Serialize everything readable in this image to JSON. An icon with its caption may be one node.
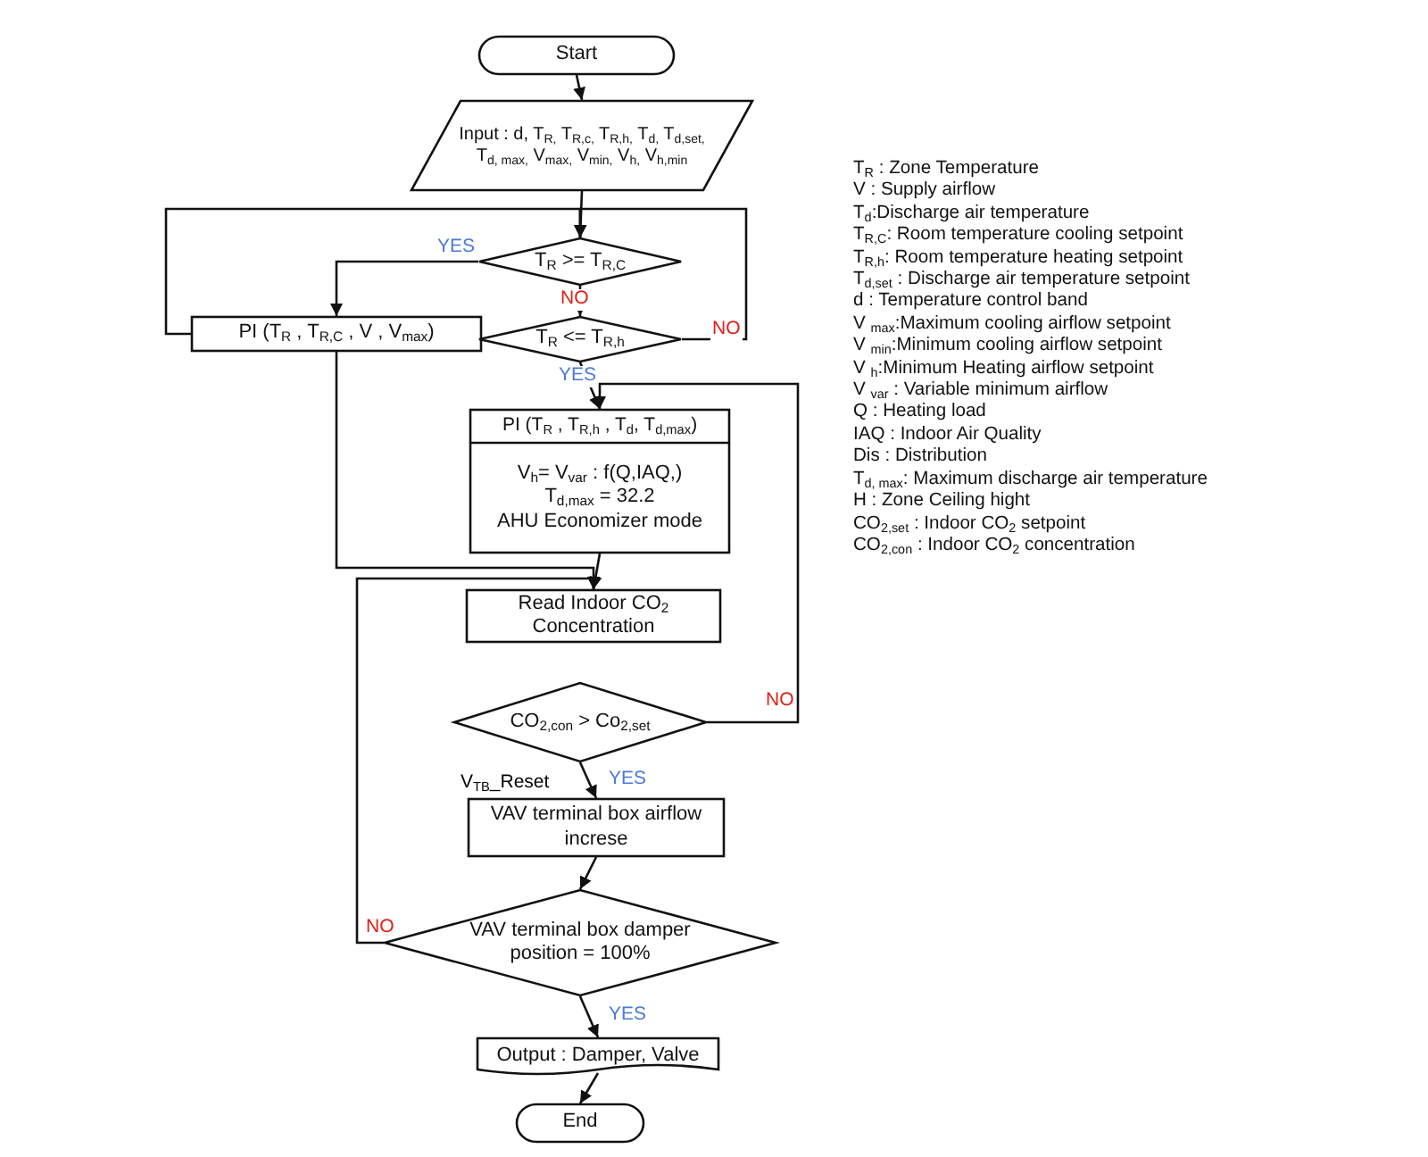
{
  "diagram": {
    "nodes": [
      {
        "text": [
          "Start"
        ]
      },
      {
        "text": [
          "Input : d, T$_{R,}$ T$_{R,c,}$ T$_{R,h,}$ T$_{d,}$ T$_{d,set,}$ T$_{d, max,}$ V$_{max,}$ V$_{min,}$ V$_{h,}$ V$_{h,min}$"
        ]
      },
      {
        "text": [
          "T$_{R}$ >= T$_{R,C}$"
        ]
      },
      {
        "text": [
          "PI (T$_{R}$ , T$_{R,C}$ , V , V$_{max}$)"
        ]
      },
      {
        "text": [
          "T$_{R}$ <= T$_{R,h}$"
        ]
      },
      {
        "text": [
          "PI (T$_{R}$ , T$_{R,h}$ ,  T$_{d}$, T$_{d,max}$)",
          "V$_{h}$= V$_{var}$ : f(Q,IAQ,)",
          "T$_{d,max}$ = 32.2",
          "AHU Economizer mode"
        ]
      },
      {
        "text": [
          "Read Indoor CO$_{2}$ Concentration"
        ]
      },
      {
        "text": [
          "CO$_{2,con}$ > Co$_{2,set}$"
        ]
      },
      {
        "text": [
          "VAV terminal box airflow increse"
        ],
        "beside": [
          "V$_{TB}$_Reset"
        ]
      },
      {
        "text": [
          "VAV terminal box damper position = 100%"
        ]
      },
      {
        "text": [
          "Output : Damper, Valve"
        ]
      },
      {
        "text": [
          "End"
        ]
      }
    ],
    "edges": [
      {
        "from": 0,
        "to": 1,
        "arrow": "to"
      },
      {
        "from": 1,
        "to": 2,
        "arrow": "to"
      },
      {
        "from": 2,
        "to": 3,
        "arrow": "to",
        "label": "YES"
      },
      {
        "from": 2,
        "to": 4,
        "arrow": "to",
        "label": "NO"
      },
      {
        "from": 3,
        "to": 2,
        "arrow": "to"
      },
      {
        "from": 4,
        "to": 2,
        "arrow": "to",
        "label": "NO"
      },
      {
        "from": 4,
        "to": 5,
        "arrow": "to",
        "label": "YES"
      },
      {
        "from": 5,
        "to": 6,
        "arrow": "to"
      },
      {
        "from": 3,
        "to": 6,
        "arrow": "to"
      },
      {
        "from": 7,
        "to": 5,
        "arrow": "to",
        "label": "NO"
      },
      {
        "from": 7,
        "to": 8,
        "arrow": "to",
        "label": "YES"
      },
      {
        "from": 8,
        "to": 9,
        "arrow": "to"
      },
      {
        "from": 9,
        "to": 6,
        "arrow": "to",
        "label": "NO"
      },
      {
        "from": 9,
        "to": 10,
        "arrow": "to",
        "label": "YES"
      },
      {
        "from": 10,
        "to": 11,
        "arrow": "to"
      }
    ],
    "labels": [
      "T$_{R}$ : Zone Temperature",
      "V : Supply airflow",
      "T$_{d}$:Discharge air temperature",
      "T$_{R,C}$: Room temperature cooling setpoint",
      "T$_{R,h}$: Room temperature heating setpoint",
      "T$_{d,set}$ : Discharge air temperature setpoint",
      "d : Temperature control band",
      "V $_{max}$:Maximum cooling airflow setpoint",
      "V $_{min}$:Minimum cooling airflow setpoint",
      "V $_{h}$:Minimum Heating airflow setpoint",
      "V $_{var}$ : Variable minimum airflow",
      "Q : Heating load",
      "IAQ : Indoor Air Quality",
      "Dis : Distribution",
      "T$_{d, max}$: Maximum discharge air temperature",
      "H : Zone Ceiling hight",
      "CO$_{2,set}$ : Indoor CO$_{2}$ setpoint",
      "CO$_{2,con}$ : Indoor CO$_{2}$ concentration"
    ]
  }
}
